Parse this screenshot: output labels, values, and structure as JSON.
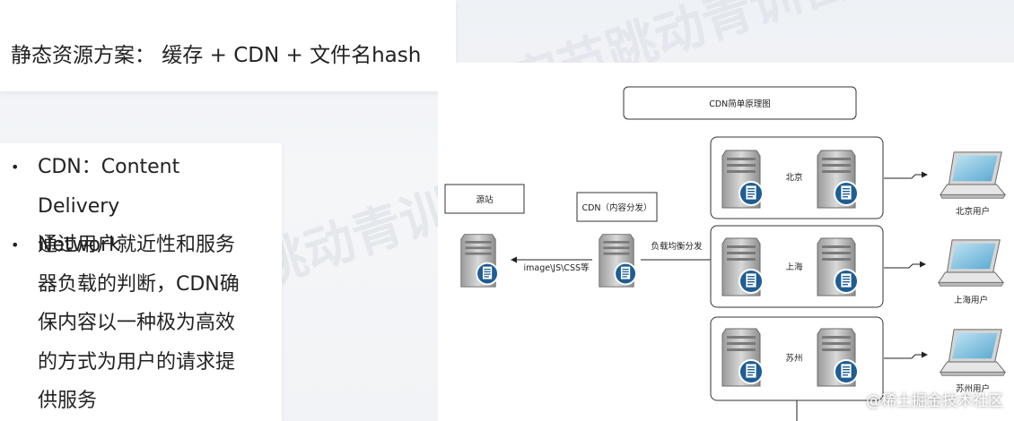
{
  "slide": {
    "title": "静态资源方案： 缓存 + CDN + 文件名hash",
    "bullets": [
      {
        "line1": "CDN：Content Delivery",
        "line2": "Network"
      },
      {
        "lines": [
          "通过用户就近性和服务",
          "器负载的判断，CDN确",
          "保内容以一种极为高效",
          "的方式为用户的请求提",
          "供服务"
        ]
      }
    ],
    "watermark": "字节跳动青训营"
  },
  "diagram": {
    "title": "CDN简单原理图",
    "origin_label": "源站",
    "cdn_label": "CDN（内容分发）",
    "fetch_label": "image\\JS\\CSS等",
    "lb_label": "负载均衡分发",
    "regions": [
      {
        "city": "北京",
        "user": "北京用户"
      },
      {
        "city": "上海",
        "user": "上海用户"
      },
      {
        "city": "苏州",
        "user": "苏州用户"
      }
    ]
  },
  "credit": "@稀土掘金技术社区",
  "icons": [
    "server-icon",
    "document-icon",
    "laptop-icon",
    "arrow-icon"
  ]
}
